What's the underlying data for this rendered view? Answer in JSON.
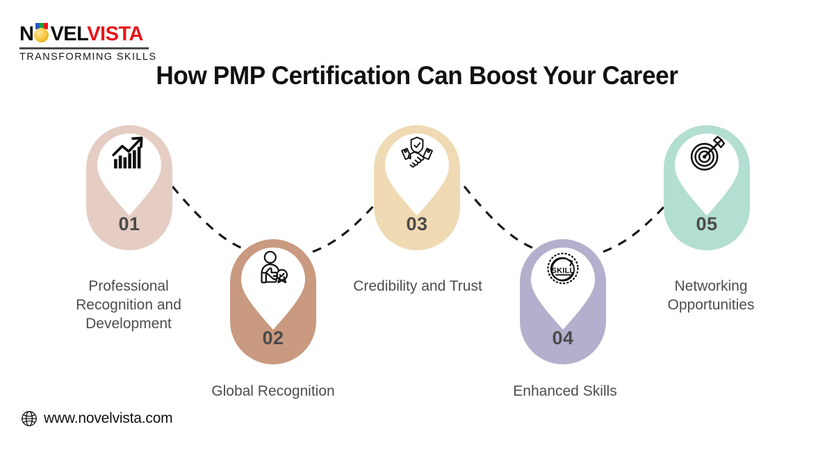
{
  "brand": {
    "logo_part1": "N",
    "logo_medal_icon": "gold-medal-icon",
    "logo_part2": "VEL",
    "logo_part3": "VISTA",
    "tagline": "TRANSFORMING SKILLS",
    "brand_red": "#e8161b",
    "brand_black": "#0d0d0d"
  },
  "header": {
    "title": "How PMP Certification Can Boost Your Career"
  },
  "footer": {
    "globe_icon": "globe-icon",
    "website": "www.novelvista.com"
  },
  "steps": [
    {
      "number": "01",
      "label": "Professional\nRecognition and\nDevelopment",
      "color": "#e5cdc3",
      "icon": "growth-chart-icon",
      "position": "up"
    },
    {
      "number": "02",
      "label": "Global Recognition",
      "color": "#c99a80",
      "icon": "thumbs-up-award-icon",
      "position": "down"
    },
    {
      "number": "03",
      "label": "Credibility and Trust",
      "color": "#f0dab4",
      "icon": "handshake-shield-icon",
      "position": "up"
    },
    {
      "number": "04",
      "label": "Enhanced Skills",
      "color": "#b2b0cc",
      "icon": "skill-badge-icon",
      "position": "down"
    },
    {
      "number": "05",
      "label": "Networking\nOpportunities",
      "color": "#b3ded2",
      "icon": "target-arrow-icon",
      "position": "up"
    }
  ],
  "connectors": {
    "style": "dashed-curve",
    "color": "#1a1a1a"
  }
}
